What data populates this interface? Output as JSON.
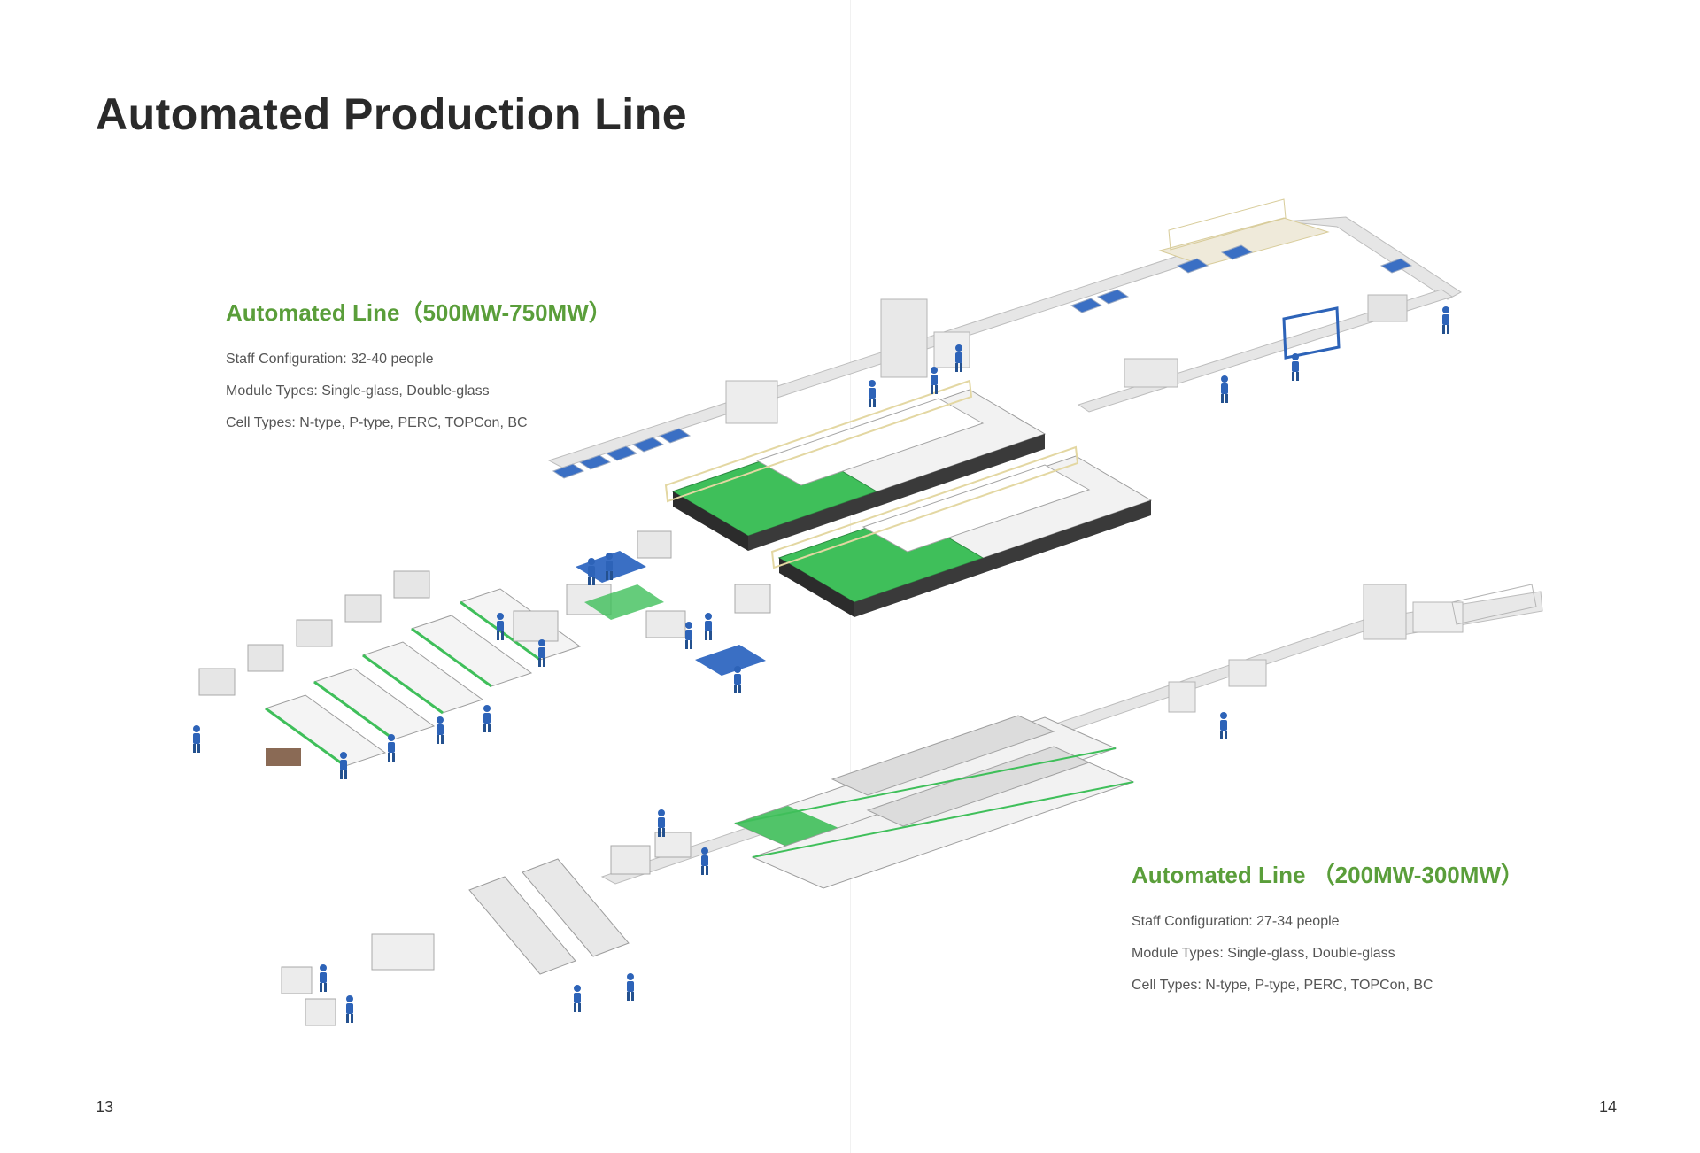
{
  "page": {
    "title": "Automated Production Line",
    "page_numbers": {
      "left": "13",
      "right": "14"
    }
  },
  "lines": [
    {
      "heading": "Automated Line（500MW-750MW）",
      "staff": "Staff Configuration: 32-40 people",
      "modules": "Module Types: Single-glass, Double-glass",
      "cells": "Cell Types: N-type, P-type, PERC, TOPCon, BC"
    },
    {
      "heading": "Automated Line （200MW-300MW）",
      "staff": "Staff Configuration: 27-34 people",
      "modules": "Module Types: Single-glass, Double-glass",
      "cells": "Cell Types: N-type, P-type, PERC, TOPCon, BC"
    }
  ],
  "colors": {
    "accent_green": "#5a9e3a",
    "machine_green": "#3fbf5a",
    "panel_blue": "#3a6fc4",
    "worker_blue": "#2d63b8",
    "machine_gray": "#dcdcdc",
    "frame_yellow": "#e8ddb0"
  }
}
